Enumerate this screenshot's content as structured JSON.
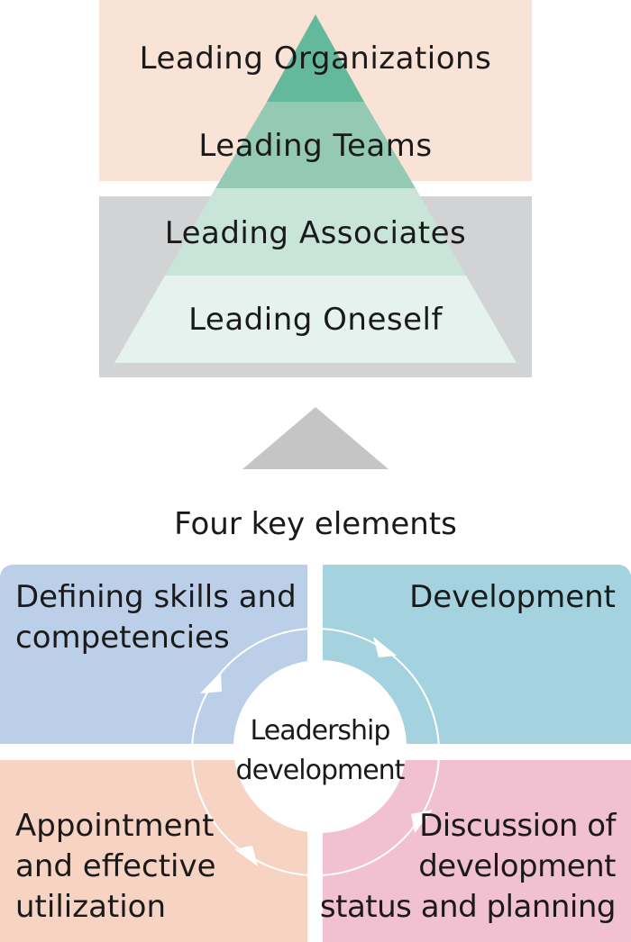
{
  "pyramid": {
    "levels": [
      {
        "label": "Leading Organizations",
        "color": "#64b89c"
      },
      {
        "label": "Leading Teams",
        "color": "#94c9b4"
      },
      {
        "label": "Leading Associates",
        "color": "#c9e4d9"
      },
      {
        "label": "Leading Oneself",
        "color": "#e6f2ee"
      }
    ],
    "band_colors": {
      "top": "#f9e2d6",
      "bottom": "#d2d3d5"
    },
    "arrow_color": "#c5c5c5"
  },
  "elements": {
    "heading": "Four key elements",
    "center_lines": [
      "Leadership",
      "development"
    ],
    "quadrants": {
      "top_left": {
        "lines": [
          "Defining skills and",
          "competencies"
        ],
        "color": "#bccfe8"
      },
      "top_right": {
        "lines": [
          "Development"
        ],
        "color": "#a4d2df"
      },
      "bottom_left": {
        "lines": [
          "Appointment",
          "and effective",
          "utilization"
        ],
        "color": "#f6d3c2"
      },
      "bottom_right": {
        "lines": [
          "Discussion of",
          "development",
          "status and planning"
        ],
        "color": "#f1c0d1"
      }
    }
  }
}
